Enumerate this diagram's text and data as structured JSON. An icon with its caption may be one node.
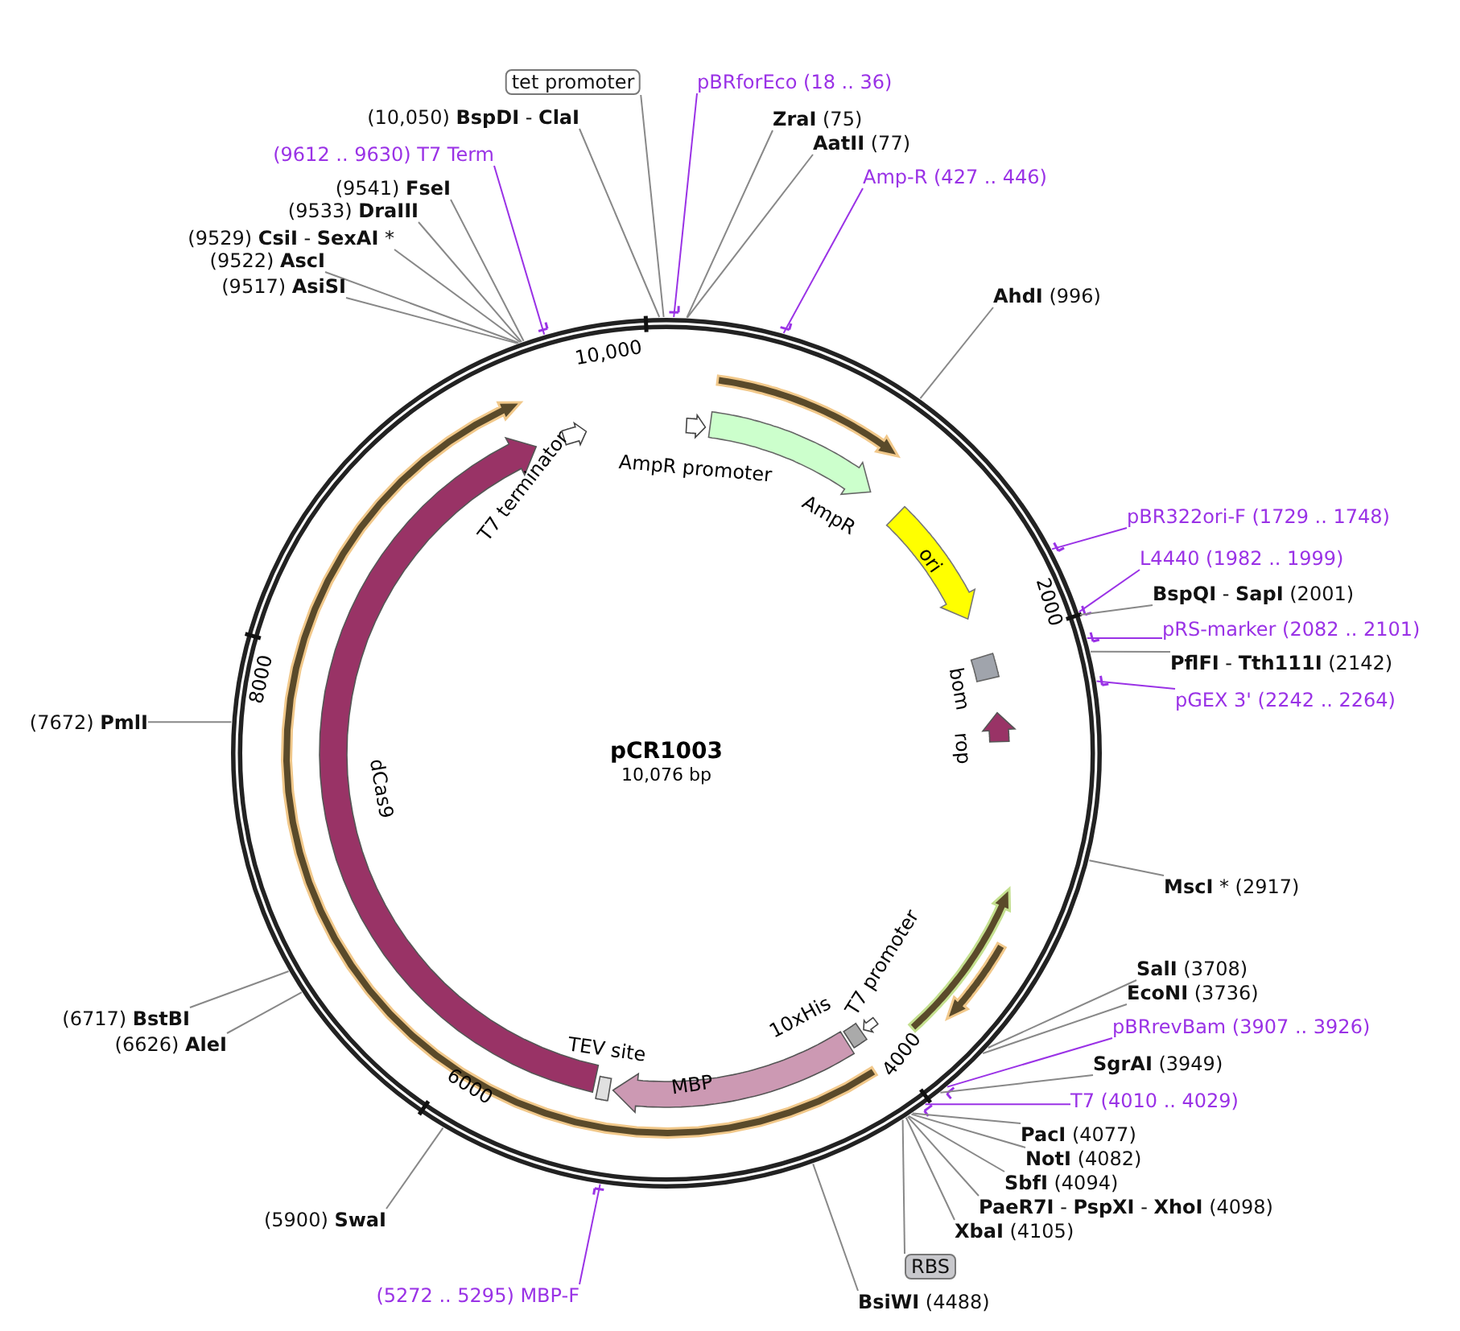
{
  "diagram": {
    "title": "pCR1003",
    "nodes": [
      {
        "text": [
          "tet promoter"
        ]
      },
      {
        "text": [
          "pBRforEco (18 .. 36)"
        ]
      },
      {
        "text": [
          "**ZraI** (75)"
        ]
      },
      {
        "text": [
          "**AatII** (77)"
        ]
      },
      {
        "text": [
          "Amp-R (427 .. 446)"
        ]
      },
      {
        "text": [
          "**AhdI** (996)"
        ]
      },
      {
        "text": [
          "pBR322ori-F (1729 .. 1748)"
        ]
      },
      {
        "text": [
          "L4440 (1982 .. 1999)"
        ]
      },
      {
        "text": [
          "**BspQI** - **SapI** (2001)"
        ]
      },
      {
        "text": [
          "pRS-marker (2082 .. 2101)"
        ]
      },
      {
        "text": [
          "**PflFI** - **Tth111I** (2142)"
        ]
      },
      {
        "text": [
          "pGEX 3' (2242 .. 2264)"
        ]
      },
      {
        "text": [
          "**MscI** * (2917)"
        ]
      },
      {
        "text": [
          "**SalI** (3708)"
        ]
      },
      {
        "text": [
          "**EcoNI** (3736)"
        ]
      },
      {
        "text": [
          "pBRrevBam (3907 .. 3926)"
        ]
      },
      {
        "text": [
          "**SgrAI** (3949)"
        ]
      },
      {
        "text": [
          "T7 (4010 .. 4029)"
        ]
      },
      {
        "text": [
          "**PacI** (4077)"
        ]
      },
      {
        "text": [
          "**NotI** (4082)"
        ]
      },
      {
        "text": [
          "**SbfI** (4094)"
        ]
      },
      {
        "text": [
          "**PaeR7I** - **PspXI** - **XhoI** (4098)"
        ]
      },
      {
        "text": [
          "**XbaI** (4105)"
        ]
      },
      {
        "text": [
          "RBS"
        ]
      },
      {
        "text": [
          "**BsiWI** (4488)"
        ]
      },
      {
        "text": [
          "(5272 .. 5295) MBP-F"
        ]
      },
      {
        "text": [
          "(5900) **SwaI**"
        ]
      },
      {
        "text": [
          "(6626) **AleI**"
        ]
      },
      {
        "text": [
          "(6717) **BstBI**"
        ]
      },
      {
        "text": [
          "(7672) **PmlI**"
        ]
      },
      {
        "text": [
          "(9517) **AsiSI**"
        ]
      },
      {
        "text": [
          "(9522) **AscI**"
        ]
      },
      {
        "text": [
          "(9529) **CsiI** - **SexAI** *"
        ]
      },
      {
        "text": [
          "(9533) **DraIII**"
        ]
      },
      {
        "text": [
          "(9541) **FseI**"
        ]
      },
      {
        "text": [
          "(9612 .. 9630) T7 Term"
        ]
      },
      {
        "text": [
          "(10,050) **BspDI** - **ClaI**"
        ]
      },
      {
        "text": [
          "AmpR promoter"
        ]
      },
      {
        "text": [
          "AmpR"
        ]
      },
      {
        "text": [
          "ori"
        ]
      },
      {
        "text": [
          "bom"
        ]
      },
      {
        "text": [
          "rop"
        ]
      },
      {
        "text": [
          "T7 promoter"
        ]
      },
      {
        "text": [
          "10xHis"
        ]
      },
      {
        "text": [
          "MBP"
        ]
      },
      {
        "text": [
          "TEV site"
        ]
      },
      {
        "text": [
          "dCas9"
        ]
      },
      {
        "text": [
          "T7 terminator"
        ]
      },
      {
        "text": [],
        "shape": "arc"
      },
      {
        "text": [],
        "shape": "arc"
      },
      {
        "text": [],
        "shape": "arc"
      },
      {
        "text": [],
        "shape": "arc"
      }
    ],
    "edges": [
      {
        "from": 0,
        "to": null,
        "arrow": "none"
      },
      {
        "from": 1,
        "to": null,
        "arrow": "none",
        "color": "#9a32e6"
      },
      {
        "from": 2,
        "to": null,
        "arrow": "none"
      },
      {
        "from": 3,
        "to": null,
        "arrow": "none"
      },
      {
        "from": 4,
        "to": null,
        "arrow": "none",
        "color": "#9a32e6"
      },
      {
        "from": 5,
        "to": null,
        "arrow": "none"
      },
      {
        "from": 6,
        "to": null,
        "arrow": "none",
        "color": "#9a32e6"
      },
      {
        "from": 7,
        "to": null,
        "arrow": "none",
        "color": "#9a32e6"
      },
      {
        "from": 8,
        "to": null,
        "arrow": "none"
      },
      {
        "from": 9,
        "to": null,
        "arrow": "none",
        "color": "#9a32e6"
      },
      {
        "from": 10,
        "to": null,
        "arrow": "none"
      },
      {
        "from": 11,
        "to": null,
        "arrow": "none",
        "color": "#9a32e6"
      },
      {
        "from": 12,
        "to": null,
        "arrow": "none"
      },
      {
        "from": 13,
        "to": null,
        "arrow": "none"
      },
      {
        "from": 14,
        "to": null,
        "arrow": "none"
      },
      {
        "from": 15,
        "to": null,
        "arrow": "none",
        "color": "#9a32e6"
      },
      {
        "from": 16,
        "to": null,
        "arrow": "none"
      },
      {
        "from": 17,
        "to": null,
        "arrow": "none",
        "color": "#9a32e6"
      },
      {
        "from": 18,
        "to": null,
        "arrow": "none"
      },
      {
        "from": 19,
        "to": null,
        "arrow": "none"
      },
      {
        "from": 20,
        "to": null,
        "arrow": "none"
      },
      {
        "from": 21,
        "to": null,
        "arrow": "none"
      },
      {
        "from": 22,
        "to": null,
        "arrow": "none"
      },
      {
        "from": 23,
        "to": null,
        "arrow": "none"
      },
      {
        "from": 24,
        "to": null,
        "arrow": "none"
      },
      {
        "from": 25,
        "to": null,
        "arrow": "none",
        "color": "#9a32e6"
      },
      {
        "from": 26,
        "to": null,
        "arrow": "none"
      },
      {
        "from": 27,
        "to": null,
        "arrow": "none"
      },
      {
        "from": 28,
        "to": null,
        "arrow": "none"
      },
      {
        "from": 29,
        "to": null,
        "arrow": "none"
      },
      {
        "from": 30,
        "to": null,
        "arrow": "none"
      },
      {
        "from": 31,
        "to": null,
        "arrow": "none"
      },
      {
        "from": 32,
        "to": null,
        "arrow": "none"
      },
      {
        "from": 33,
        "to": null,
        "arrow": "none"
      },
      {
        "from": 34,
        "to": null,
        "arrow": "none"
      },
      {
        "from": 35,
        "to": null,
        "arrow": "none",
        "color": "#9a32e6"
      },
      {
        "from": 36,
        "to": null,
        "arrow": "none"
      }
    ],
    "labels": [
      "10,000",
      "2000",
      "8000",
      "10,076 bp",
      "4000",
      "6000"
    ]
  }
}
